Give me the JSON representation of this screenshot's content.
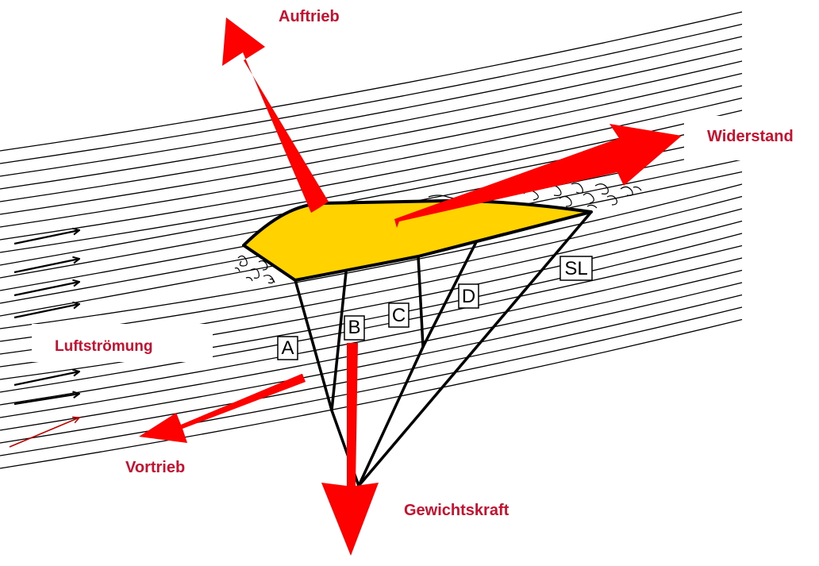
{
  "colors": {
    "force_arrow": "#ff0000",
    "force_label": "#c8102e",
    "wing_fill": "#ffd200",
    "outline": "#000000",
    "airflow_arrow_alt": "#c00000"
  },
  "forces": {
    "lift": "Auftrieb",
    "drag": "Widerstand",
    "weight": "Gewichtskraft",
    "thrust": "Vortrieb"
  },
  "airflow": {
    "label": "Luftströmung"
  },
  "line_tags": {
    "a": "A",
    "b": "B",
    "c": "C",
    "d": "D",
    "sl": "SL"
  }
}
